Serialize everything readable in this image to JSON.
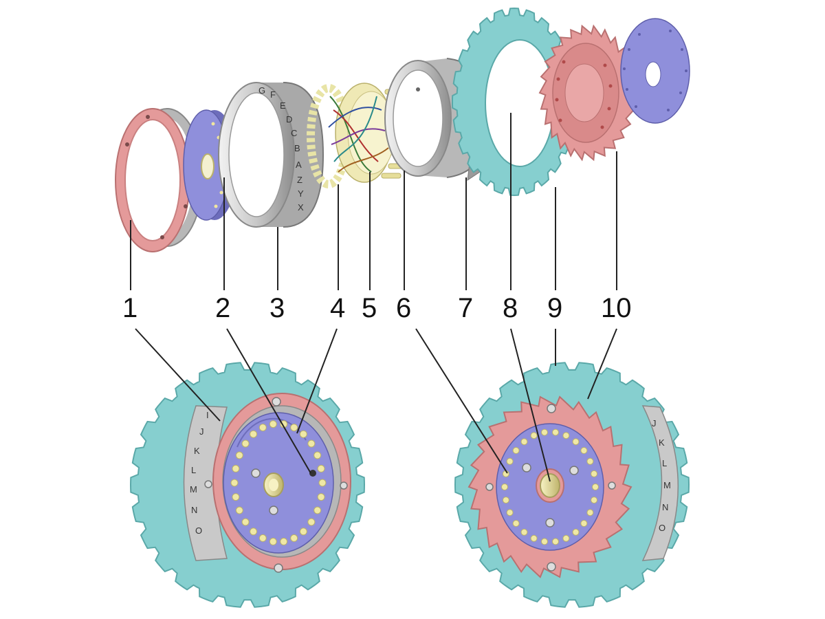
{
  "part_labels": [
    "1",
    "2",
    "3",
    "4",
    "5",
    "6",
    "7",
    "8",
    "9",
    "10"
  ],
  "ring_letters_top": [
    "G",
    "F",
    "E",
    "D",
    "C",
    "B",
    "A",
    "Z",
    "Y",
    "X"
  ],
  "ring_letters_left_assembly": [
    "I",
    "J",
    "K",
    "L",
    "M",
    "N",
    "O"
  ],
  "ring_letters_right_assembly": [
    "J",
    "K",
    "L",
    "M",
    "N",
    "O"
  ],
  "colors": {
    "pink": "#e49a9a",
    "pink_dark": "#c97878",
    "teal": "#86cfcf",
    "teal_dark": "#5aa8a8",
    "lavender": "#8f8fdb",
    "lavender_dark": "#6d6dbb",
    "silver": "#d4d4d4",
    "silver_dark": "#9a9a9a",
    "brass": "#e3dc9a",
    "brass_dark": "#b9b06a"
  }
}
